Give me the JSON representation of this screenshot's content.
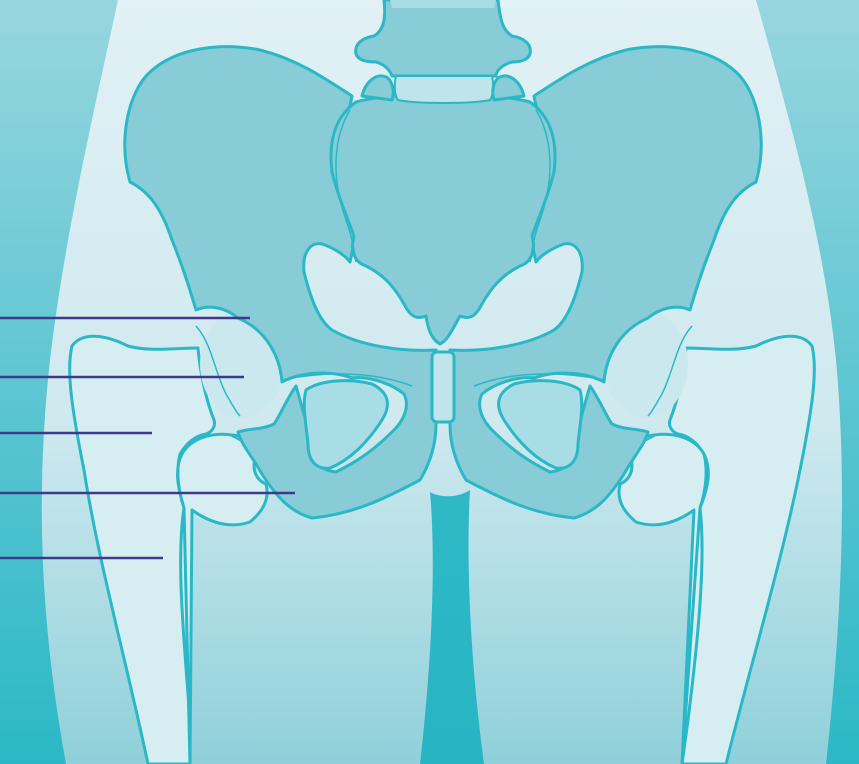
{
  "diagram": {
    "subject": "pelvis-and-hip-joints-anterior-view",
    "colors": {
      "background": "#2bb8c6",
      "soft_tissue": "#dbeef3",
      "bone_fill": "#87ccd6",
      "bone_light": "#d6eef2",
      "outline": "#2bb8c6",
      "label_line": "#3d3a8c"
    },
    "labels": [
      {
        "id": "pointer-1",
        "text": ""
      },
      {
        "id": "pointer-2",
        "text": ""
      },
      {
        "id": "pointer-3",
        "text": ""
      },
      {
        "id": "pointer-4",
        "text": ""
      },
      {
        "id": "pointer-5",
        "text": ""
      }
    ]
  }
}
